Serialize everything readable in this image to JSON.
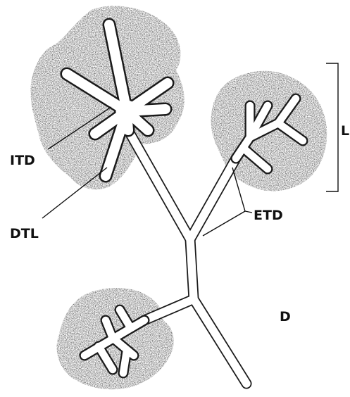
{
  "labels": {
    "itd": "ITD",
    "dtl": "DTL",
    "etd": "ETD",
    "l": "L",
    "d": "D"
  },
  "colors": {
    "tissue": "#8c8c8c",
    "outline": "#1a1a1a",
    "lumen": "#ffffff",
    "text": "#111111"
  }
}
